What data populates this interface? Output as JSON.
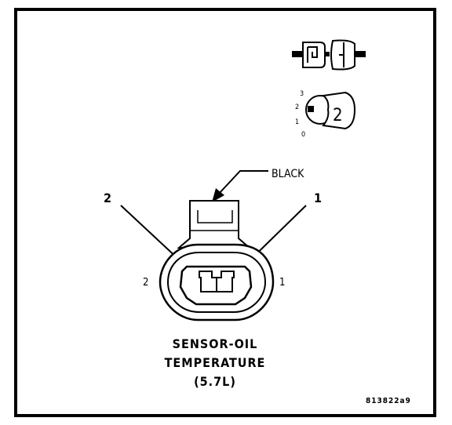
{
  "callouts": {
    "wire_color": "BLACK",
    "pin_2": "2",
    "pin_1": "1"
  },
  "connector_pins": {
    "left": "2",
    "right": "1"
  },
  "inset": {
    "scale": [
      "3",
      "2",
      "1",
      "0"
    ],
    "code": "2"
  },
  "caption": {
    "line1": "SENSOR-OIL",
    "line2": "TEMPERATURE",
    "line3": "(5.7L)"
  },
  "figure_id": "813822a9"
}
